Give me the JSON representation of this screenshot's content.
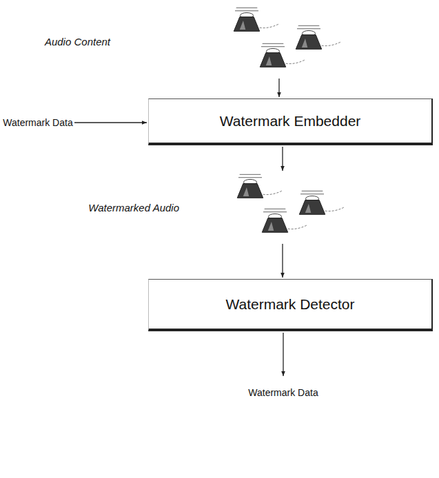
{
  "diagram": {
    "nodes": [
      {
        "text": [
          "Audio Content"
        ]
      },
      {
        "text": [
          "Watermark Data"
        ]
      },
      {
        "text": [
          "Watermark Embedder"
        ]
      },
      {
        "text": [
          "Watermarked Audio"
        ]
      },
      {
        "text": [
          "Watermark Detector"
        ]
      },
      {
        "text": [
          "Watermark Data"
        ]
      }
    ],
    "edges": [
      {
        "from": 0,
        "to": 2,
        "arrow": "to"
      },
      {
        "from": 1,
        "to": 2,
        "arrow": "to"
      },
      {
        "from": 2,
        "to": 3,
        "arrow": "to"
      },
      {
        "from": 3,
        "to": 4,
        "arrow": "to"
      },
      {
        "from": 4,
        "to": 5,
        "arrow": "to"
      }
    ]
  }
}
